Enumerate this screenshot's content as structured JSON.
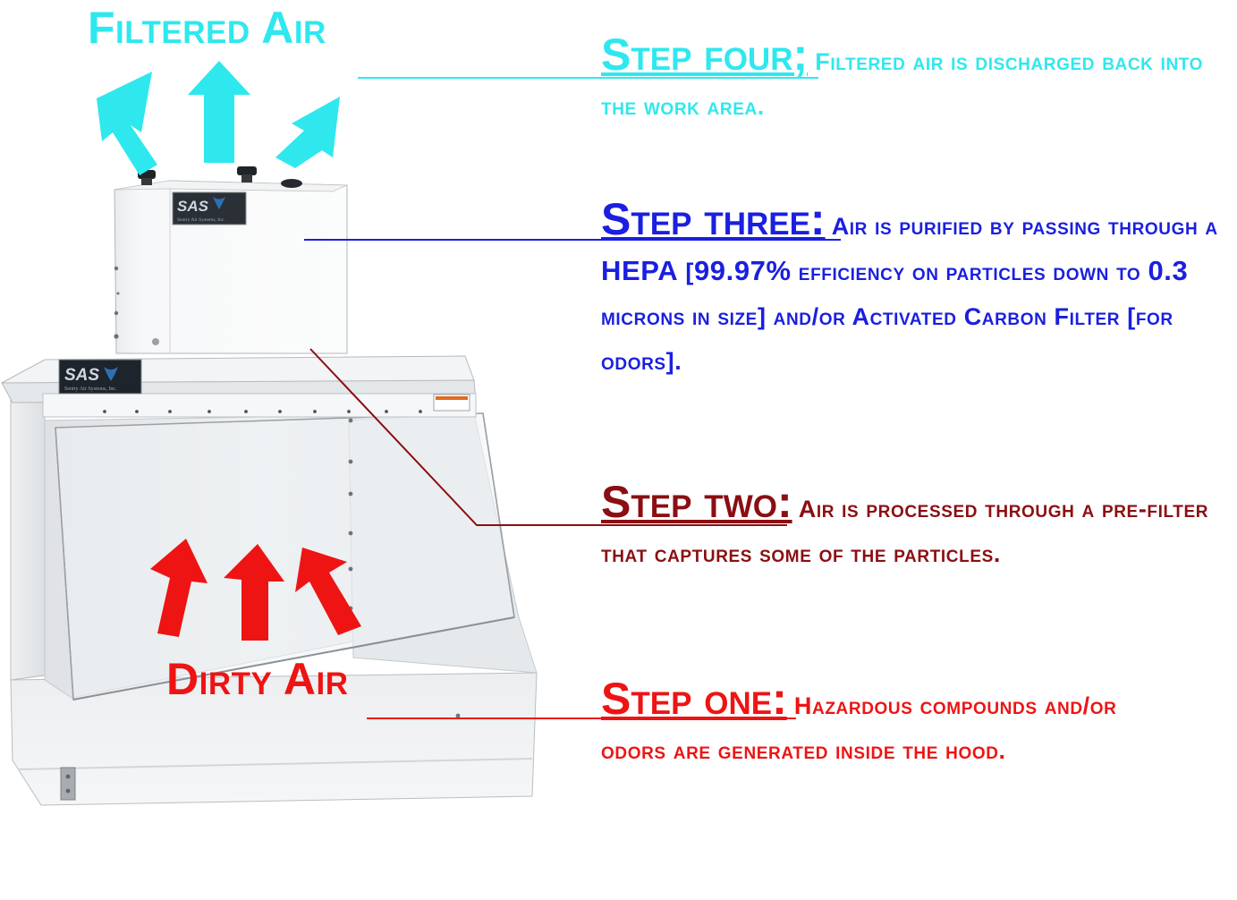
{
  "labels": {
    "filtered_air": "Filtered Air",
    "dirty_air": "Dirty Air"
  },
  "steps": {
    "four": {
      "head": "Step four;",
      "body_1": "Filtered air is discharged back into the work area."
    },
    "three": {
      "head": "Step three:",
      "body_1": "Air is purified by passing through a",
      "hepa": "HEPA",
      "body_2": "[",
      "pct": "99.97%",
      "body_3": "efficiency on particles down to",
      "microns": "0.3",
      "body_4": "microns in size] and/or Activated Carbon Filter [for odors]."
    },
    "two": {
      "head": "Step two:",
      "body_1": "Air is processed through a pre-filter that captures some of the particles."
    },
    "one": {
      "head": "Step one:",
      "body_1": "Hazardous compounds and/or odors are generated inside the hood."
    }
  },
  "logo": {
    "brand": "SAS",
    "company": "Sentry Air Systems, Inc."
  },
  "colors": {
    "cyan": "#2ee8ee",
    "blue": "#1a1fe0",
    "maroon": "#8b0e12",
    "red": "#ee1414"
  }
}
